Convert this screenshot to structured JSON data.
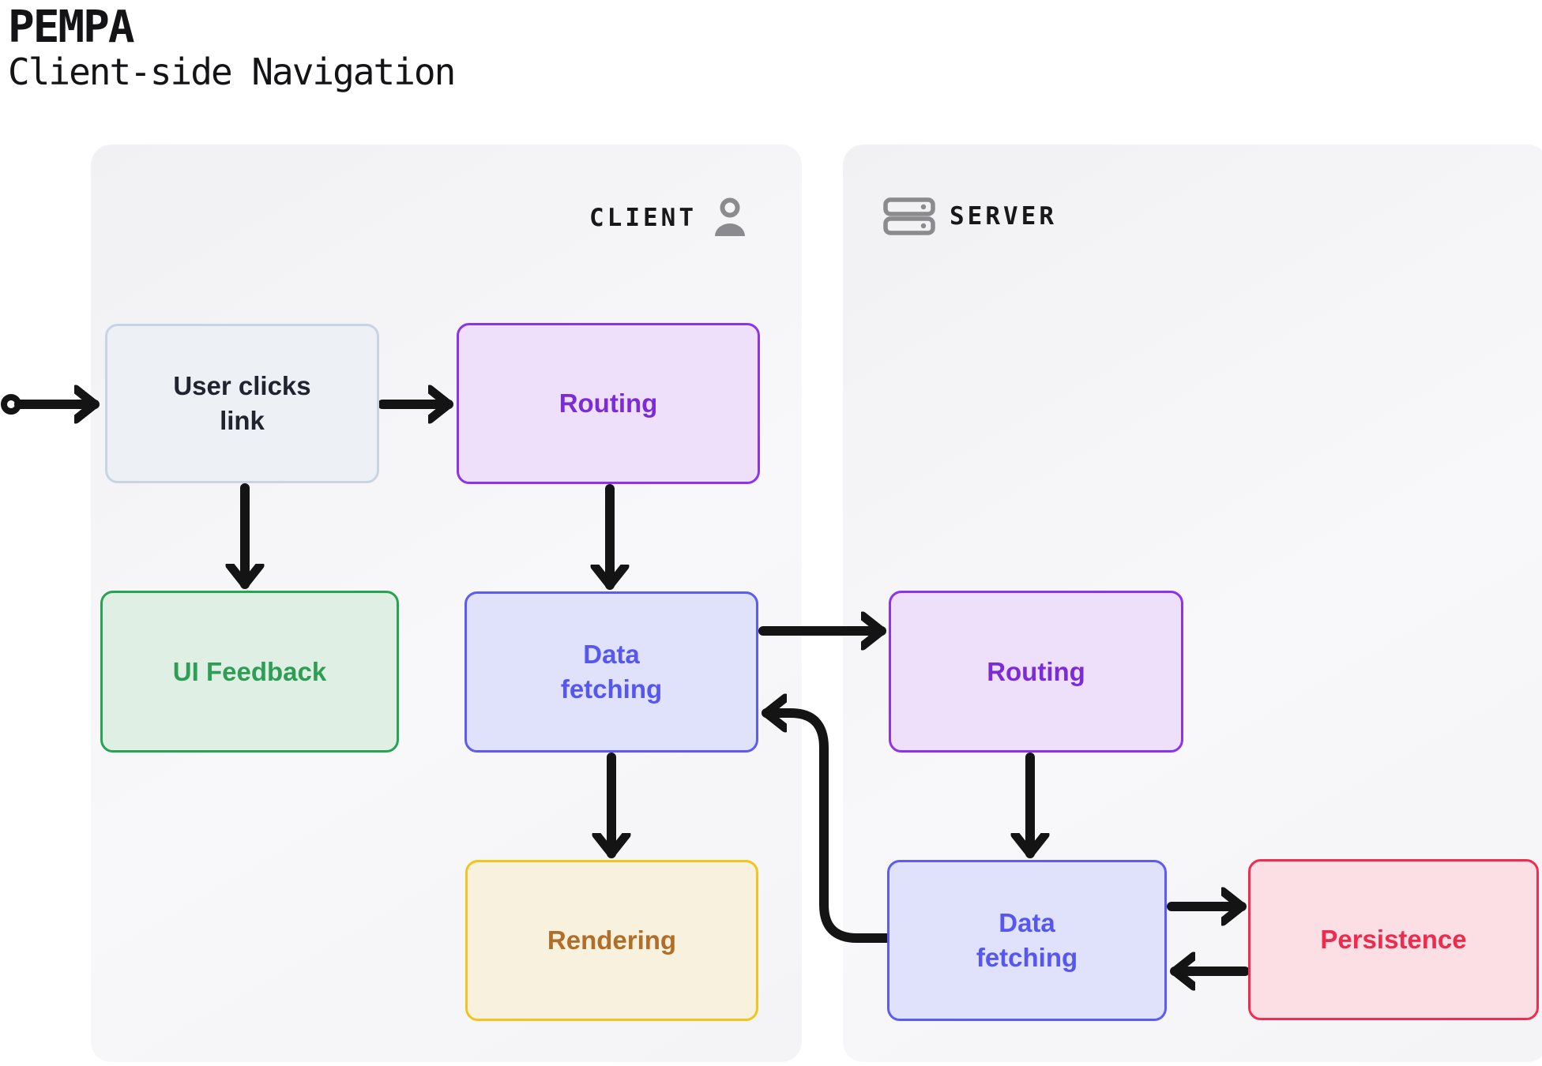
{
  "header": {
    "title": "PEMPA",
    "subtitle": "Client-side Navigation"
  },
  "panels": [
    {
      "id": "client",
      "label": "CLIENT",
      "icon": "user-icon"
    },
    {
      "id": "server",
      "label": "SERVER",
      "icon": "server-icon"
    }
  ],
  "nodes": [
    {
      "id": "user-clicks-link",
      "label": "User clicks link",
      "panel": "client",
      "fill": "#edf1f6",
      "border": "#c9d4e3",
      "text_color": "#20242e"
    },
    {
      "id": "routing-client",
      "label": "Routing",
      "panel": "client",
      "fill": "#eee0fb",
      "border": "#8d33eb",
      "text_color": "#7a2cd9"
    },
    {
      "id": "ui-feedback",
      "label": "UI Feedback",
      "panel": "client",
      "fill": "#e0efe4",
      "border": "#25a552",
      "text_color": "#2f9e55"
    },
    {
      "id": "data-fetching-client",
      "label": "Data fetching",
      "panel": "client",
      "fill": "#e0e1fb",
      "border": "#5c5cf2",
      "text_color": "#5557f0"
    },
    {
      "id": "rendering",
      "label": "Rendering",
      "panel": "client",
      "fill": "#f7f1dd",
      "border": "#f3c41d",
      "text_color": "#b26d29"
    },
    {
      "id": "routing-server",
      "label": "Routing",
      "panel": "server",
      "fill": "#eee0fb",
      "border": "#8d33eb",
      "text_color": "#7a2cd9"
    },
    {
      "id": "data-fetching-server",
      "label": "Data fetching",
      "panel": "server",
      "fill": "#e0e1fb",
      "border": "#5c5cf2",
      "text_color": "#5557f0"
    },
    {
      "id": "persistence",
      "label": "Persistence",
      "panel": "server",
      "fill": "#fbdfe4",
      "border": "#f12c4f",
      "text_color": "#ee2b4d"
    }
  ],
  "edges": [
    {
      "from": "start",
      "to": "user-clicks-link"
    },
    {
      "from": "user-clicks-link",
      "to": "routing-client"
    },
    {
      "from": "user-clicks-link",
      "to": "ui-feedback"
    },
    {
      "from": "routing-client",
      "to": "data-fetching-client"
    },
    {
      "from": "data-fetching-client",
      "to": "rendering"
    },
    {
      "from": "data-fetching-client",
      "to": "routing-server"
    },
    {
      "from": "routing-server",
      "to": "data-fetching-server"
    },
    {
      "from": "data-fetching-server",
      "to": "persistence"
    },
    {
      "from": "persistence",
      "to": "data-fetching-server"
    },
    {
      "from": "data-fetching-server",
      "to": "data-fetching-client"
    }
  ],
  "colors": {
    "edge": "#141414",
    "panel_icon": "#8b8b8f",
    "panel_fill": "#f2f2f4",
    "page_background": "#ffffff"
  }
}
